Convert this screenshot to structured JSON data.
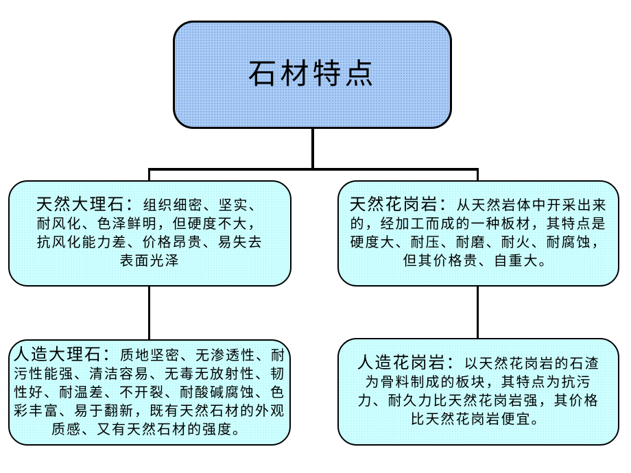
{
  "slide": {
    "background_color": "#FFFFFF",
    "connector_color": "#000000",
    "root": {
      "label": "石材特点",
      "fill": "#ABCDF6",
      "border_color": "#000000"
    },
    "nodes": [
      {
        "name": "natural-marble",
        "label": "天然大理石：",
        "body": "组织细密、坚实、\n耐风化、色泽鲜明，但硬度不大，\n抗风化能力差、价格昂贵、易失去\n表面光泽",
        "fill": "#CCFFFF",
        "border_color": "#000000"
      },
      {
        "name": "natural-granite",
        "label": "天然花岗岩：",
        "body": "从天然岩体中开采出来\n的，经加工而成的一种板材，其特点是\n硬度大、耐压、耐磨、耐火、耐腐蚀，\n但其价格贵、自重大。",
        "fill": "#CCFFFF",
        "border_color": "#000000"
      },
      {
        "name": "artificial-marble",
        "label": "人造大理石：",
        "body": "质地坚密、无渗透性、耐\n污性能强、清洁容易、无毒无放射性、韧\n性好、耐温差、不开裂、耐酸碱腐蚀、色\n彩丰富、易于翻新，既有天然石材的外观\n质感、又有天然石材的强度。",
        "fill": "#CCFFFF",
        "border_color": "#000000"
      },
      {
        "name": "artificial-granite",
        "label": "人造花岗岩：",
        "body": "以天然花岗岩的石渣\n为骨料制成的板块，其特点为抗污\n力、耐久力比天然花岗岩强，其价格\n比天然花岗岩便宜。",
        "fill": "#CCFFFF",
        "border_color": "#000000"
      }
    ]
  }
}
